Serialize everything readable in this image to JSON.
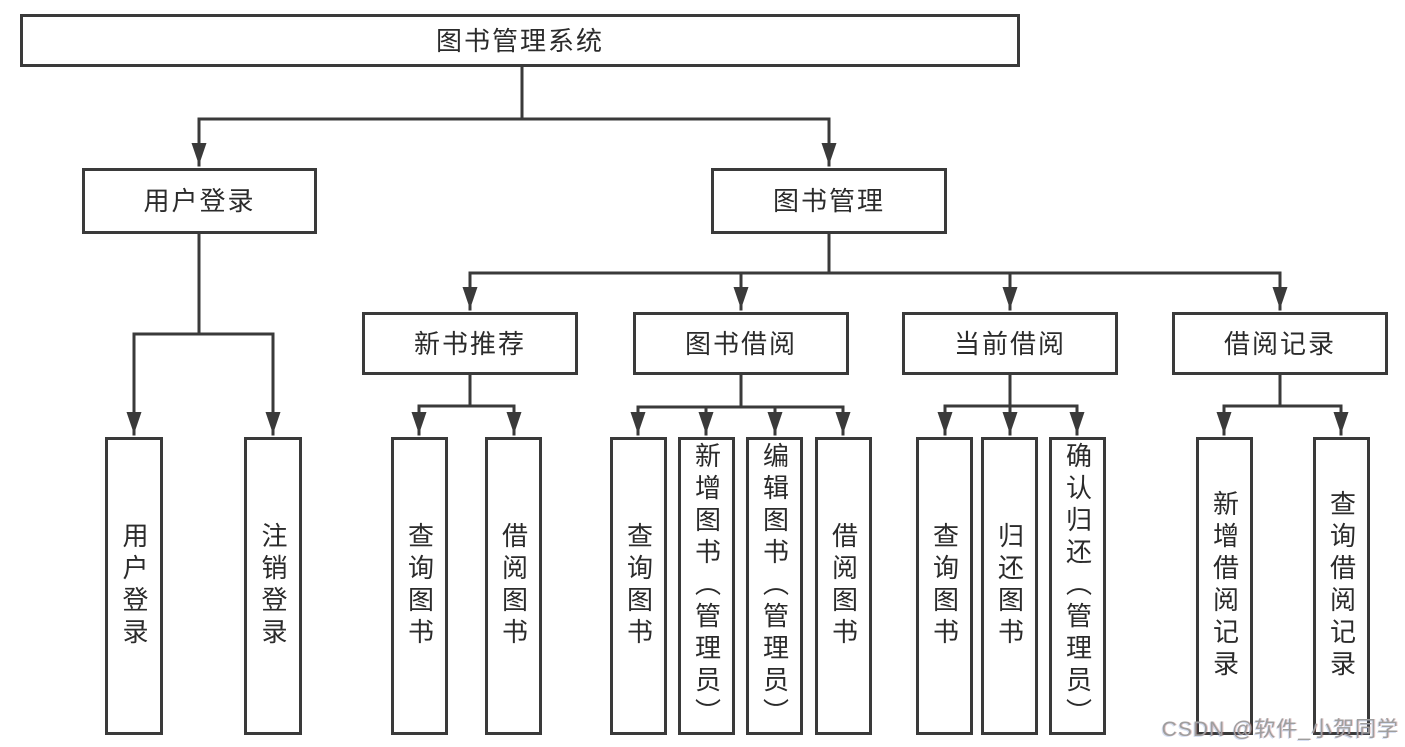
{
  "diagram_title": "图书管理系统",
  "colors": {
    "line": "#3a3a3a",
    "box_border": "#3a3a3a",
    "box_background": "#ffffff",
    "text": "#2b2b2b",
    "watermark_text": "#9e9e9e"
  },
  "nodes": {
    "root": {
      "label": "图书管理系统",
      "children": [
        "login",
        "mgmt"
      ]
    },
    "login": {
      "label": "用户登录",
      "children": [
        "login_user",
        "login_logout"
      ]
    },
    "mgmt": {
      "label": "图书管理",
      "children": [
        "rec",
        "borrow",
        "current",
        "record"
      ]
    },
    "rec": {
      "label": "新书推荐",
      "children": [
        "rec_query",
        "rec_borrow"
      ]
    },
    "borrow": {
      "label": "图书借阅",
      "children": [
        "borrow_query",
        "borrow_add",
        "borrow_edit",
        "borrow_borrow"
      ]
    },
    "current": {
      "label": "当前借阅",
      "children": [
        "current_query",
        "current_return",
        "current_confirm"
      ]
    },
    "record": {
      "label": "借阅记录",
      "children": [
        "record_add",
        "record_query"
      ]
    },
    "login_user": {
      "label": "用户登录",
      "children": []
    },
    "login_logout": {
      "label": "注销登录",
      "children": []
    },
    "rec_query": {
      "label": "查询图书",
      "children": []
    },
    "rec_borrow": {
      "label": "借阅图书",
      "children": []
    },
    "borrow_query": {
      "label": "查询图书",
      "children": []
    },
    "borrow_add": {
      "label": "新增图书（管理员）",
      "children": []
    },
    "borrow_edit": {
      "label": "编辑图书（管理员）",
      "children": []
    },
    "borrow_borrow": {
      "label": "借阅图书",
      "children": []
    },
    "current_query": {
      "label": "查询图书",
      "children": []
    },
    "current_return": {
      "label": "归还图书",
      "children": []
    },
    "current_confirm": {
      "label": "确认归还（管理员）",
      "children": []
    },
    "record_add": {
      "label": "新增借阅记录",
      "children": []
    },
    "record_query": {
      "label": "查询借阅记录",
      "children": []
    }
  },
  "watermark": {
    "text": "CSDN @软件_小贺同学"
  }
}
